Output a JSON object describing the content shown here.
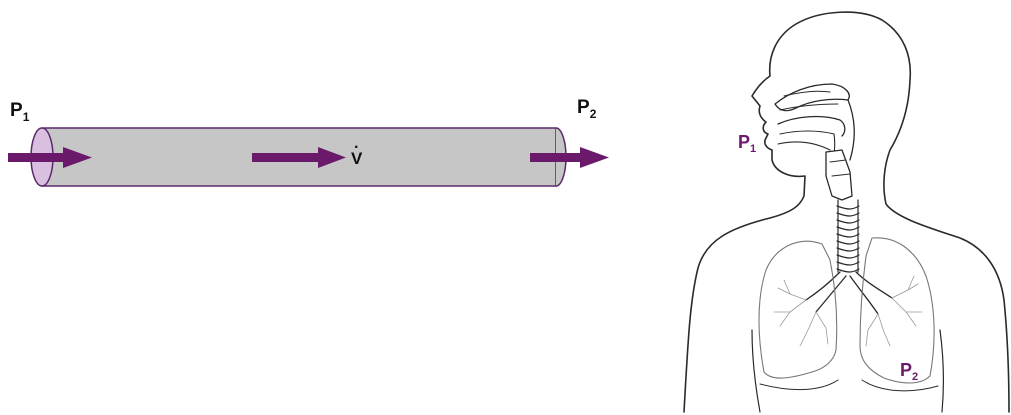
{
  "colors": {
    "arrow": "#6b1a6b",
    "tube_fill": "#c6c6c6",
    "tube_edge": "#5a2a6a",
    "end_cap": "#d9bfe0",
    "lung_label": "#6b1a6b",
    "line": "#2a2a2a"
  },
  "tube_diagram": {
    "p1": {
      "letter": "P",
      "sub": "1"
    },
    "p2": {
      "letter": "P",
      "sub": "2"
    },
    "flow": {
      "symbol": "V",
      "accent": "·"
    }
  },
  "body_diagram": {
    "p1": {
      "letter": "P",
      "sub": "1"
    },
    "p2": {
      "letter": "P",
      "sub": "2"
    }
  },
  "icons": [
    "flow-arrow-icon",
    "human-respiratory-figure",
    "airway-tube-icon"
  ]
}
